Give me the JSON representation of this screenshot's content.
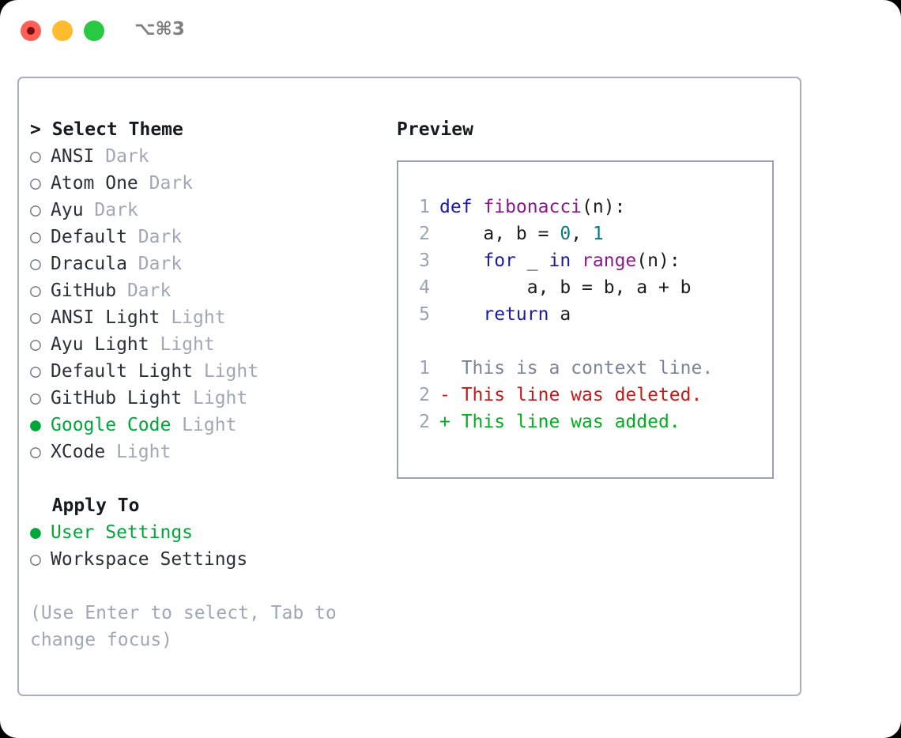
{
  "titlebar": {
    "traffic_lights": [
      {
        "name": "close",
        "color": "#ff5f57"
      },
      {
        "name": "minimize",
        "color": "#febc2e"
      },
      {
        "name": "maximize",
        "color": "#28c840"
      }
    ],
    "shortcut": "⌥⌘3"
  },
  "theme_panel": {
    "header": "> Select Theme",
    "items": [
      {
        "marker": "○",
        "name": "ANSI",
        "variant": "Dark",
        "selected": false
      },
      {
        "marker": "○",
        "name": "Atom One",
        "variant": "Dark",
        "selected": false
      },
      {
        "marker": "○",
        "name": "Ayu",
        "variant": "Dark",
        "selected": false
      },
      {
        "marker": "○",
        "name": "Default",
        "variant": "Dark",
        "selected": false
      },
      {
        "marker": "○",
        "name": "Dracula",
        "variant": "Dark",
        "selected": false
      },
      {
        "marker": "○",
        "name": "GitHub",
        "variant": "Dark",
        "selected": false
      },
      {
        "marker": "○",
        "name": "ANSI Light",
        "variant": "Light",
        "selected": false
      },
      {
        "marker": "○",
        "name": "Ayu Light",
        "variant": "Light",
        "selected": false
      },
      {
        "marker": "○",
        "name": "Default Light",
        "variant": "Light",
        "selected": false
      },
      {
        "marker": "○",
        "name": "GitHub Light",
        "variant": "Light",
        "selected": false
      },
      {
        "marker": "●",
        "name": "Google Code",
        "variant": "Light",
        "selected": true
      },
      {
        "marker": "○",
        "name": "XCode",
        "variant": "Light",
        "selected": false
      }
    ]
  },
  "apply_to": {
    "header": "  Apply To",
    "items": [
      {
        "marker": "●",
        "name": "User Settings",
        "selected": true
      },
      {
        "marker": "○",
        "name": "Workspace Settings",
        "selected": false
      }
    ]
  },
  "hint": "(Use Enter to select, Tab to change focus)",
  "preview": {
    "label": "Preview",
    "code_lines": [
      {
        "num": "1",
        "tokens": [
          {
            "text": "def ",
            "cls": "kw"
          },
          {
            "text": "fibonacci",
            "cls": "fn"
          },
          {
            "text": "(n):",
            "cls": "pl"
          }
        ]
      },
      {
        "num": "2",
        "tokens": [
          {
            "text": "    a, b = ",
            "cls": "pl"
          },
          {
            "text": "0",
            "cls": "num"
          },
          {
            "text": ", ",
            "cls": "pl"
          },
          {
            "text": "1",
            "cls": "num"
          }
        ]
      },
      {
        "num": "3",
        "tokens": [
          {
            "text": "    ",
            "cls": "pl"
          },
          {
            "text": "for",
            "cls": "kw"
          },
          {
            "text": " _ ",
            "cls": "pl"
          },
          {
            "text": "in",
            "cls": "kw"
          },
          {
            "text": " ",
            "cls": "pl"
          },
          {
            "text": "range",
            "cls": "fn"
          },
          {
            "text": "(n):",
            "cls": "pl"
          }
        ]
      },
      {
        "num": "4",
        "tokens": [
          {
            "text": "        a, b = b, a + b",
            "cls": "pl"
          }
        ]
      },
      {
        "num": "5",
        "tokens": [
          {
            "text": "    ",
            "cls": "pl"
          },
          {
            "text": "return",
            "cls": "kw"
          },
          {
            "text": " a",
            "cls": "pl"
          }
        ]
      }
    ],
    "diff_lines": [
      {
        "num": "1",
        "prefix": "  ",
        "text": "This is a context line.",
        "cls": "diff-ctx"
      },
      {
        "num": "2",
        "prefix": "- ",
        "text": "This line was deleted.",
        "cls": "diff-del"
      },
      {
        "num": "2",
        "prefix": "+ ",
        "text": "This line was added.",
        "cls": "diff-add"
      }
    ]
  },
  "colors": {
    "accent_green": "#00a63a",
    "muted_gray": "#a0a8b5",
    "border": "#a8b0bd",
    "keyword": "#1a1aa8",
    "function": "#8c198c",
    "number": "#0b7a7a",
    "diff_delete": "#c41a1a",
    "diff_add": "#00b020"
  }
}
